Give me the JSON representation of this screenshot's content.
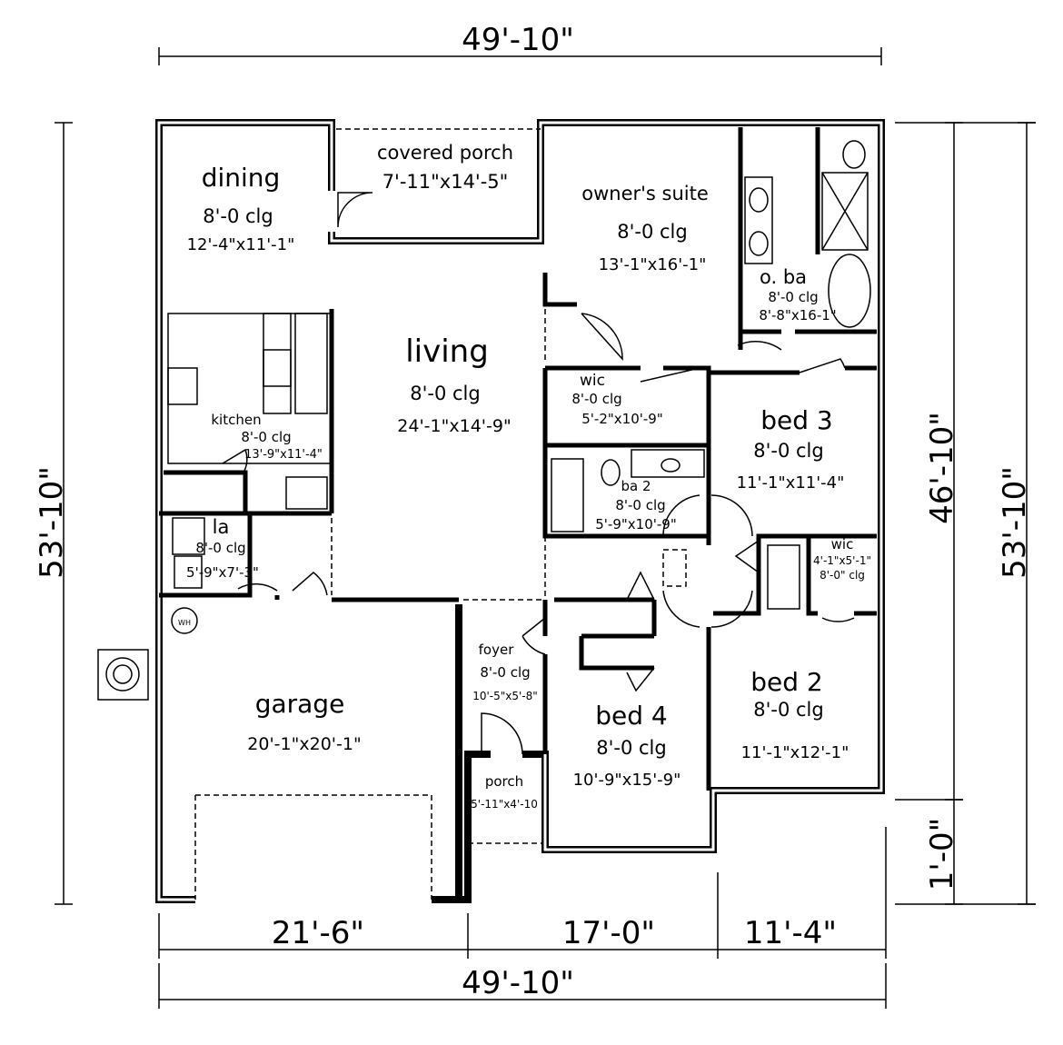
{
  "dimensions": {
    "top_overall": "49'-10\"",
    "left_overall": "53'-10\"",
    "right_inner": "46'-10\"",
    "right_overall": "53'-10\"",
    "right_offset": "1'-0\"",
    "bottom_segments": [
      "21'-6\"",
      "17'-0\"",
      "11'-4\""
    ],
    "bottom_overall": "49'-10\""
  },
  "rooms": {
    "dining": {
      "name": "dining",
      "clg": "8'-0 clg",
      "size": "12'-4\"x11'-1\""
    },
    "covered_porch": {
      "name": "covered porch",
      "size": "7'-11\"x14'-5\""
    },
    "owners_suite": {
      "name": "owner's suite",
      "clg": "8'-0 clg",
      "size": "13'-1\"x16'-1\""
    },
    "owners_bath": {
      "name": "o. ba",
      "clg": "8'-0 clg",
      "size": "8'-8\"x16-1\""
    },
    "living": {
      "name": "living",
      "clg": "8'-0 clg",
      "size": "24'-1\"x14'-9\""
    },
    "wic_owner": {
      "name": "wic",
      "clg": "8'-0 clg",
      "size": "5'-2\"x10'-9\""
    },
    "bed3": {
      "name": "bed 3",
      "clg": "8'-0 clg",
      "size": "11'-1\"x11'-4\""
    },
    "kitchen": {
      "name": "kitchen",
      "clg": "8'-0 clg",
      "size": "13'-9\"x11'-4\""
    },
    "bath2": {
      "name": "ba 2",
      "clg": "8'-0 clg",
      "size": "5'-9\"x10'-9\""
    },
    "laundry": {
      "name": "la",
      "clg": "8'-0 clg",
      "size": "5'-9\"x7'-3\""
    },
    "wic_bed2": {
      "name": "wic",
      "size": "4'-1\"x5'-1\"",
      "clg": "8'-0\" clg"
    },
    "foyer": {
      "name": "foyer",
      "clg": "8'-0 clg",
      "size": "10'-5\"x5'-8\""
    },
    "bed2": {
      "name": "bed 2",
      "clg": "8'-0 clg",
      "size": "11'-1\"x12'-1\""
    },
    "garage": {
      "name": "garage",
      "size": "20'-1\"x20'-1\""
    },
    "bed4": {
      "name": "bed 4",
      "clg": "8'-0 clg",
      "size": "10'-9\"x15'-9\""
    },
    "porch": {
      "name": "porch",
      "size": "5'-11\"x4'-10"
    }
  },
  "fixtures": {
    "water_heater": "WH"
  }
}
